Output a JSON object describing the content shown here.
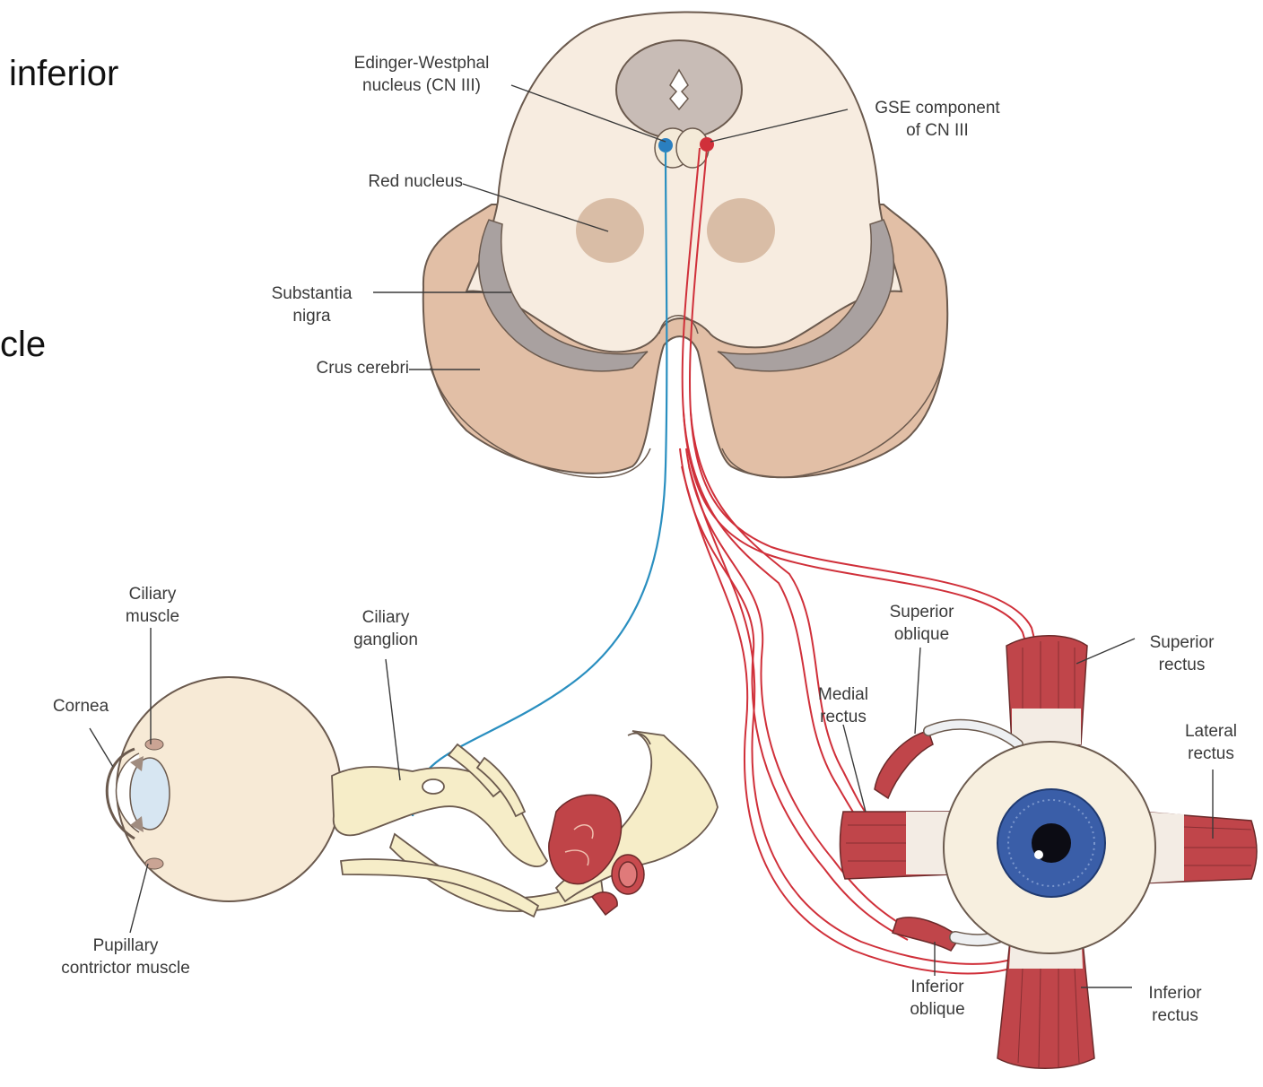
{
  "slide_text": {
    "line1": "inferior",
    "line2": "cle"
  },
  "labels": {
    "edinger_westphal": [
      "Edinger-Westphal",
      "nucleus (CN III)"
    ],
    "gse_component": [
      "GSE component",
      "of CN III"
    ],
    "red_nucleus": "Red nucleus",
    "substantia_nigra": [
      "Substantia",
      "nigra"
    ],
    "crus_cerebri": "Crus cerebri",
    "ciliary_muscle": [
      "Ciliary",
      "muscle"
    ],
    "ciliary_ganglion": [
      "Ciliary",
      "ganglion"
    ],
    "cornea": "Cornea",
    "pupillary_constrictor": [
      "Pupillary",
      "contrictor muscle"
    ],
    "superior_oblique": [
      "Superior",
      "oblique"
    ],
    "superior_rectus": [
      "Superior",
      "rectus"
    ],
    "medial_rectus": [
      "Medial",
      "rectus"
    ],
    "lateral_rectus": [
      "Lateral",
      "rectus"
    ],
    "inferior_oblique": [
      "Inferior",
      "oblique"
    ],
    "inferior_rectus": [
      "Inferior",
      "rectus"
    ]
  },
  "colors": {
    "parasympathetic_fiber": "#2a8fc0",
    "gse_fiber": "#d0303a",
    "midbrain": "#f7ede0",
    "crus": "#e8c9b4",
    "substantia_nigra": "#a8a0a0",
    "red_nucleus": "#dcc0a8",
    "muscle": "#c0454a",
    "iris": "#3a5ea8"
  }
}
